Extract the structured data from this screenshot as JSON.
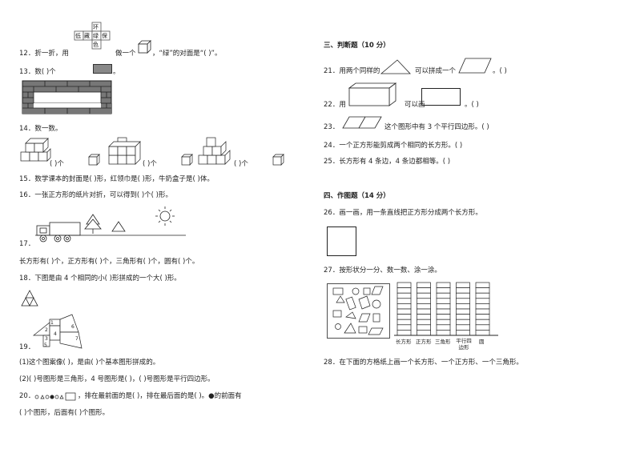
{
  "left": {
    "q12": {
      "a": "12．折一折，用",
      "b": "做一个",
      "c": "，“绿”的对面是“(            )”。",
      "net": [
        "环",
        "保",
        "绿",
        "藏",
        "低",
        "色"
      ]
    },
    "q13": {
      "a": "13．数(            )个",
      "b": "。"
    },
    "q14": {
      "label": "14．数一数。",
      "blank": "(            )个"
    },
    "q15": "15．数学课本的封面是(            )形，红领巾是(            )形，牛奶盒子是(            )体。",
    "q16": "16．一张正方形的纸片对折，可以得到(            )个(            )形。",
    "q17": {
      "num": "17．",
      "line": "长方形有(            )个，正方形有(            )个，三角形有(            )个，圆有(            )个。"
    },
    "q18": "18．下图是由 4 个相同的小(            )形拼成的一个大(            )形。",
    "q19": {
      "num": "19．",
      "s1": "(1)这个图案像(            )，是由(            )个基本图形拼成的。",
      "s2": "(2)(            )号图形是三角形，4 号图形是(            )，(            )号图形是平行四边形。",
      "fig": [
        "1",
        "2",
        "3",
        "4",
        "5",
        "6",
        "7"
      ]
    },
    "q20": {
      "a": "20．",
      "b": "，排在最前面的是(            )，排在最后面的是(            )。●的前面有",
      "c": "(            )个图形，后面有(            )个图形。"
    }
  },
  "right": {
    "sec3": "三、判断题（10 分）",
    "q21": {
      "a": "21．用两个同样的",
      "b": "可以拼成一个",
      "c": "。(            )"
    },
    "q22": {
      "a": "22．用",
      "b": "可以画",
      "c": "。(            )"
    },
    "q23": {
      "a": "23．",
      "b": "这个图形中有 3 个平行四边形。(            )"
    },
    "q24": "24．一个正方形能剪成两个相同的长方形。(            )",
    "q25": "25．长方形有 4 条边，4 条边都相等。(            )",
    "sec4": "四、作图题（14 分）",
    "q26": "26．画一画，用一条直线把正方形分成两个长方形。",
    "q27": {
      "text": "27．按形状分一分、数一数、涂一涂。",
      "bars": [
        "长方形",
        "正方形",
        "三角形",
        "平行四边形",
        "圆"
      ]
    },
    "q28": "28．在下面的方格纸上画一个长方形、一个正方形、一个三角形。"
  }
}
